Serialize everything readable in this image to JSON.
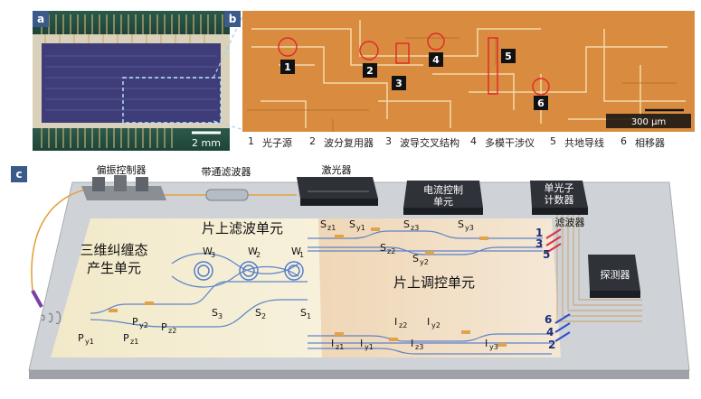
{
  "panels": {
    "a": "a",
    "b": "b",
    "c": "c"
  },
  "panel_a": {
    "scale": "2 mm"
  },
  "panel_b": {
    "markers": [
      "1",
      "2",
      "3",
      "4",
      "5",
      "6"
    ],
    "scale": "300 μm",
    "legend": [
      {
        "num": "1",
        "text": "光子源"
      },
      {
        "num": "2",
        "text": "波分复用器"
      },
      {
        "num": "3",
        "text": "波导交叉结构"
      },
      {
        "num": "4",
        "text": "多模干涉仪"
      },
      {
        "num": "5",
        "text": "共地导线"
      },
      {
        "num": "6",
        "text": "相移器"
      }
    ]
  },
  "panel_c": {
    "polarization_controller": "偏振控制器",
    "bandpass_filter": "带通滤波器",
    "laser": "激光器",
    "current_control_l1": "电流控制",
    "current_control_l2": "单元",
    "spd_l1": "单光子",
    "spd_l2": "计数器",
    "filter": "滤波器",
    "detector": "探测器",
    "onchip_filter": "片上滤波单元",
    "entangle_l1": "三维纠缠态",
    "entangle_l2": "产生单元",
    "control_unit": "片上调控单元",
    "W": {
      "w1": "W",
      "w1s": "1",
      "w2": "W",
      "w2s": "2",
      "w3": "W",
      "w3s": "3"
    },
    "S": {
      "s1": "S",
      "s1s": "1",
      "s2": "S",
      "s2s": "2",
      "s3": "S",
      "s3s": "3"
    },
    "P": {
      "py1": "P",
      "py1s": "y1",
      "pz1": "P",
      "pz1s": "z1",
      "py2": "P",
      "py2s": "y2",
      "pz2": "P",
      "pz2s": "z2"
    },
    "Sz": {
      "sz1": "S",
      "sz1s": "z1",
      "sy1": "S",
      "sy1s": "y1",
      "sz3": "S",
      "sz3s": "z3",
      "sy3": "S",
      "sy3s": "y3",
      "sz2": "S",
      "sz2s": "z2",
      "sy2": "S",
      "sy2s": "y2"
    },
    "I": {
      "iz1": "I",
      "iz1s": "z1",
      "iy1": "I",
      "iy1s": "y1",
      "iz2": "I",
      "iz2s": "z2",
      "iy2": "I",
      "iy2s": "y2",
      "iz3": "I",
      "iz3s": "z3",
      "iy3": "I",
      "iy3s": "y3"
    },
    "outputs_top": [
      "1",
      "3",
      "5"
    ],
    "outputs_bottom": [
      "6",
      "4",
      "2"
    ]
  }
}
